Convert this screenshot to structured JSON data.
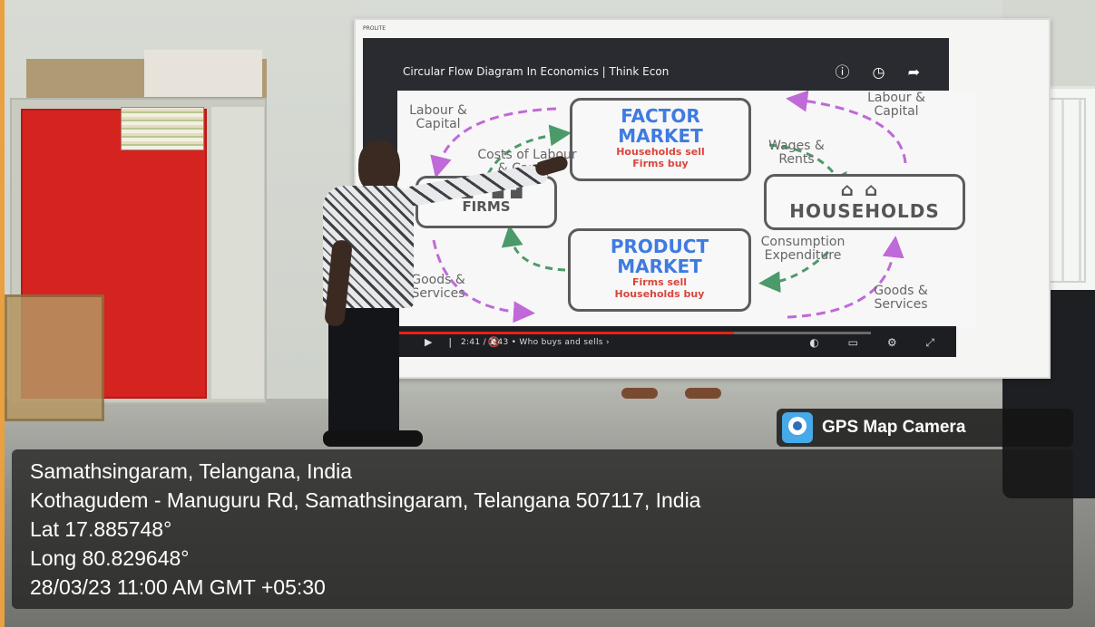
{
  "video": {
    "screen_brand": "PROLITE",
    "title": "Circular Flow Diagram In Economics | Think Econ",
    "top_icons": "ⓘ ◷ ➦",
    "time": "2:41 / 3:43 • Who buys and sells ›",
    "progress_pct": 72,
    "control_left": "▶ ▶| 🔇",
    "control_right": "◐ ▭ ⚙ ⤢"
  },
  "slide": {
    "factor_market": {
      "title_line1": "FACTOR",
      "title_line2": "MARKET",
      "sub_line1": "Households sell",
      "sub_line2": "Firms buy"
    },
    "product_market": {
      "title_line1": "PRODUCT",
      "title_line2": "MARKET",
      "sub_line1": "Firms sell",
      "sub_line2": "Households buy"
    },
    "firms": {
      "label": "FIRMS"
    },
    "households": {
      "label": "HOUSEHOLDS"
    },
    "labels": {
      "labour_capital_left_1": "Labour &",
      "labour_capital_left_2": "Capital",
      "labour_capital_right_1": "Labour &",
      "labour_capital_right_2": "Capital",
      "costs_1": "Costs of Labour",
      "costs_2": "& Capital",
      "wages_1": "Wages &",
      "wages_2": "Rents",
      "consumption_1": "Consumption",
      "consumption_2": "Expenditure",
      "goods_left_1": "Goods &",
      "goods_left_2": "Services",
      "goods_right_1": "Goods &",
      "goods_right_2": "Services"
    }
  },
  "gps": {
    "badge_label": "GPS Map Camera",
    "place": "Samathsingaram, Telangana, India",
    "address": "Kothagudem - Manuguru Rd, Samathsingaram, Telangana 507117, India",
    "lat": "Lat 17.885748°",
    "long": "Long 80.829648°",
    "datetime": "28/03/23 11:00 AM GMT +05:30"
  },
  "colors": {
    "market_title": "#3f7be0",
    "market_sub": "#d9453c",
    "arrow_green": "#4c9a6a",
    "arrow_purple": "#c069d8",
    "progress_red": "#e62117"
  }
}
